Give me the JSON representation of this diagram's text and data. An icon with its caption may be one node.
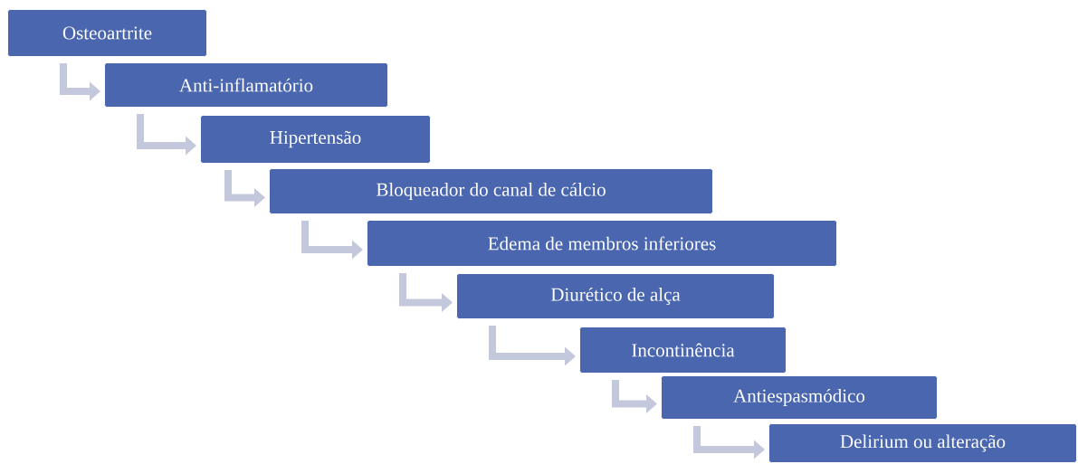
{
  "diagram": {
    "nodes": [
      {
        "text": [
          "Osteoartrite"
        ]
      },
      {
        "text": [
          "Anti-inflamatório"
        ]
      },
      {
        "text": [
          "Hipertensão"
        ]
      },
      {
        "text": [
          "Bloqueador do canal de cálcio"
        ]
      },
      {
        "text": [
          "Edema de membros inferiores"
        ]
      },
      {
        "text": [
          "Diurético de alça"
        ]
      },
      {
        "text": [
          "Incontinência"
        ]
      },
      {
        "text": [
          "Antiespasmódico"
        ]
      },
      {
        "text": [
          "Delirium ou alteração"
        ]
      }
    ],
    "edges": [
      {
        "from": 0,
        "to": 1,
        "arrow": "to"
      },
      {
        "from": 1,
        "to": 2,
        "arrow": "to"
      },
      {
        "from": 2,
        "to": 3,
        "arrow": "to"
      },
      {
        "from": 3,
        "to": 4,
        "arrow": "to"
      },
      {
        "from": 4,
        "to": 5,
        "arrow": "to"
      },
      {
        "from": 5,
        "to": 6,
        "arrow": "to"
      },
      {
        "from": 6,
        "to": 7,
        "arrow": "to"
      },
      {
        "from": 7,
        "to": 8,
        "arrow": "to"
      }
    ]
  }
}
